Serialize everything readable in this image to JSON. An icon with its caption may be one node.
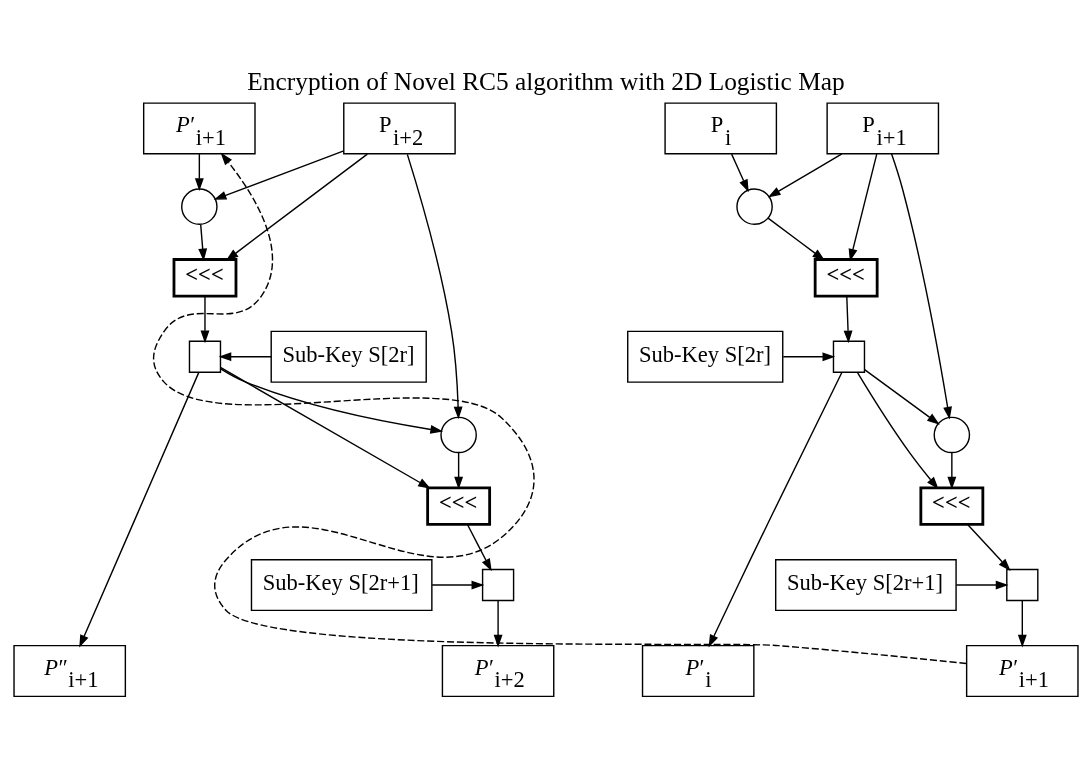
{
  "diagram": {
    "title": "Encryption of Novel RC5 algorithm with 2D Logistic Map",
    "nodes": [
      {
        "text": [
          "P$_{i}$"
        ]
      },
      {
        "text": [
          "P$_{i+1}$"
        ]
      },
      {
        "text": [],
        "shape": "circle"
      },
      {
        "text": [
          "<<<"
        ]
      },
      {
        "text": [
          "Sub-Key S[2r]"
        ]
      },
      {
        "text": [],
        "shape": "box"
      },
      {
        "text": [],
        "shape": "circle"
      },
      {
        "text": [
          "<<<"
        ]
      },
      {
        "text": [
          "Sub-Key S[2r+1]"
        ]
      },
      {
        "text": [],
        "shape": "box"
      },
      {
        "text": [
          "*P*′$_{i}$"
        ]
      },
      {
        "text": [
          "*P*′$_{i+1}$"
        ]
      },
      {
        "text": [
          "*P*′$_{i+1}$"
        ]
      },
      {
        "text": [
          "P$_{i+2}$"
        ]
      },
      {
        "text": [],
        "shape": "circle"
      },
      {
        "text": [
          "<<<"
        ]
      },
      {
        "text": [
          "Sub-Key S[2r]"
        ]
      },
      {
        "text": [],
        "shape": "box"
      },
      {
        "text": [],
        "shape": "circle"
      },
      {
        "text": [
          "<<<"
        ]
      },
      {
        "text": [
          "Sub-Key S[2r+1]"
        ]
      },
      {
        "text": [],
        "shape": "box"
      },
      {
        "text": [
          "*P*″$_{i+1}$"
        ]
      },
      {
        "text": [
          "*P*′$_{i+2}$"
        ]
      }
    ],
    "edges": [
      {
        "from": 0,
        "to": 2,
        "arrow": "to"
      },
      {
        "from": 1,
        "to": 2,
        "arrow": "to"
      },
      {
        "from": 1,
        "to": 3,
        "arrow": "to"
      },
      {
        "from": 2,
        "to": 3,
        "arrow": "to"
      },
      {
        "from": 3,
        "to": 5,
        "arrow": "to"
      },
      {
        "from": 4,
        "to": 5,
        "arrow": "to"
      },
      {
        "from": 1,
        "to": 6,
        "arrow": "to"
      },
      {
        "from": 5,
        "to": 6,
        "arrow": "to"
      },
      {
        "from": 5,
        "to": 7,
        "arrow": "to"
      },
      {
        "from": 6,
        "to": 7,
        "arrow": "to"
      },
      {
        "from": 7,
        "to": 9,
        "arrow": "to"
      },
      {
        "from": 8,
        "to": 9,
        "arrow": "to"
      },
      {
        "from": 5,
        "to": 10,
        "arrow": "to"
      },
      {
        "from": 9,
        "to": 11,
        "arrow": "to"
      },
      {
        "from": 11,
        "to": 12,
        "arrow": "to",
        "style": "dashed"
      },
      {
        "from": 12,
        "to": 14,
        "arrow": "to"
      },
      {
        "from": 13,
        "to": 14,
        "arrow": "to"
      },
      {
        "from": 13,
        "to": 15,
        "arrow": "to"
      },
      {
        "from": 14,
        "to": 15,
        "arrow": "to"
      },
      {
        "from": 15,
        "to": 17,
        "arrow": "to"
      },
      {
        "from": 16,
        "to": 17,
        "arrow": "to"
      },
      {
        "from": 13,
        "to": 18,
        "arrow": "to"
      },
      {
        "from": 17,
        "to": 18,
        "arrow": "to"
      },
      {
        "from": 17,
        "to": 19,
        "arrow": "to"
      },
      {
        "from": 18,
        "to": 19,
        "arrow": "to"
      },
      {
        "from": 19,
        "to": 21,
        "arrow": "to"
      },
      {
        "from": 20,
        "to": 21,
        "arrow": "to"
      },
      {
        "from": 17,
        "to": 22,
        "arrow": "to"
      },
      {
        "from": 21,
        "to": 23,
        "arrow": "to"
      }
    ]
  }
}
